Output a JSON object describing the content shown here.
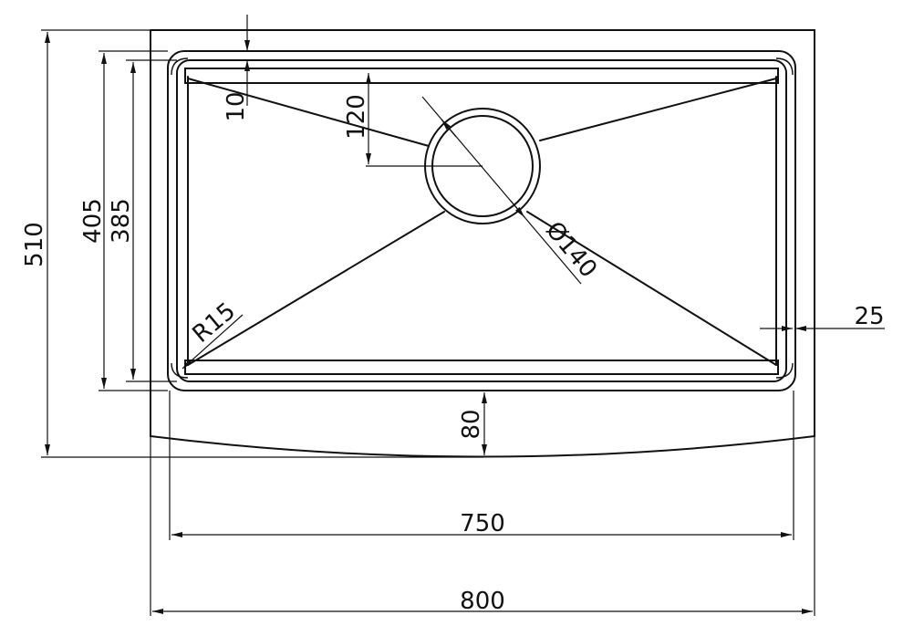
{
  "drawing": {
    "dimensions": {
      "overall_width": "800",
      "bowl_width": "750",
      "overall_depth": "510",
      "outer_bowl_depth": "405",
      "inner_bowl_depth": "385",
      "rim_offset": "10",
      "drain_offset": "120",
      "drain_diameter": "Ø140",
      "corner_radius": "R15",
      "side_offset": "25",
      "apron_height": "80"
    }
  }
}
